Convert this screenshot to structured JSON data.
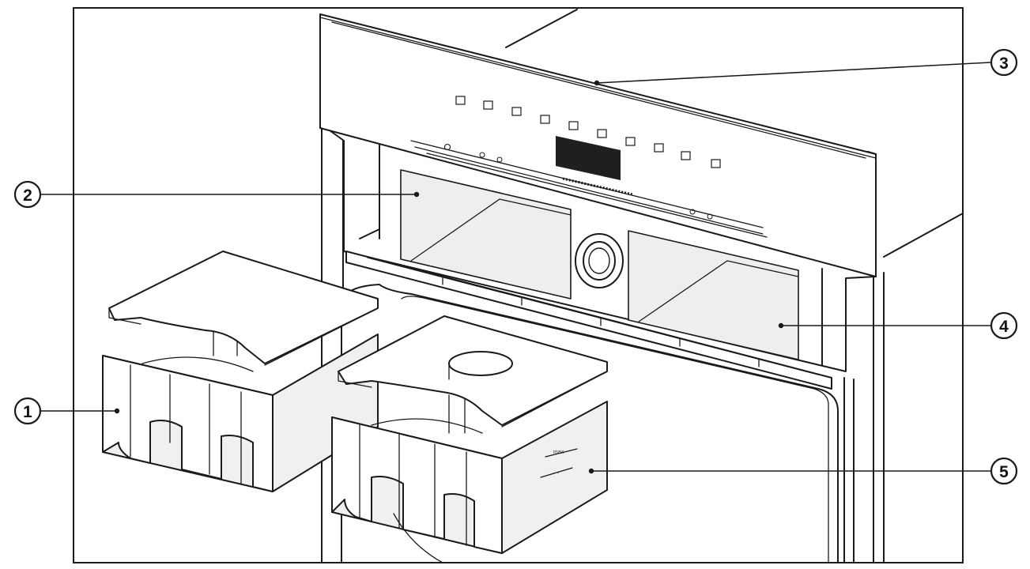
{
  "callouts": [
    {
      "id": "1",
      "label": "1",
      "side": "left"
    },
    {
      "id": "2",
      "label": "2",
      "side": "left"
    },
    {
      "id": "3",
      "label": "3",
      "side": "right"
    },
    {
      "id": "4",
      "label": "4",
      "side": "right"
    },
    {
      "id": "5",
      "label": "5",
      "side": "right"
    }
  ],
  "tank_marking": {
    "max": "max",
    "min": "—"
  },
  "colors": {
    "line": "#1a1a1a",
    "glass": "#eeeeee",
    "display": "#1f1f1f",
    "background": "#ffffff"
  }
}
